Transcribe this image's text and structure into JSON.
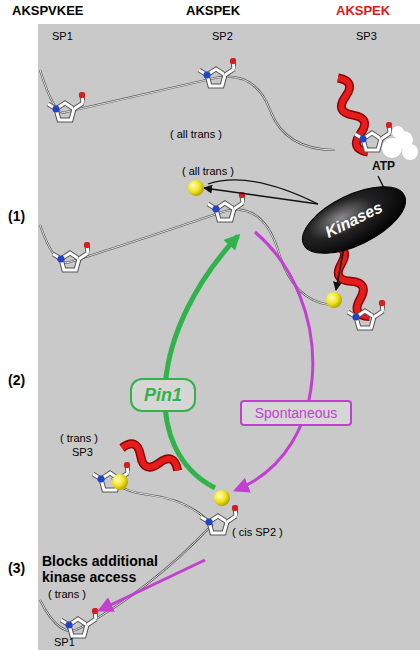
{
  "diagram": {
    "nodes": [
      {
        "text": [
          "Kinases"
        ]
      },
      {
        "text": [
          "Pin1"
        ]
      },
      {
        "text": [
          "Spontaneous"
        ]
      }
    ],
    "labels": [
      "AKSPVKEE",
      "AKSPEK",
      "AKSPEK",
      "SP1",
      "SP2",
      "SP3",
      "( all trans )",
      "(1)",
      "( all trans )",
      "ATP",
      "(2)",
      "( trans )",
      "SP3",
      "Blocks additional kinase access",
      "( cis SP2 )",
      "(3)",
      "( trans )",
      "SP1"
    ]
  }
}
